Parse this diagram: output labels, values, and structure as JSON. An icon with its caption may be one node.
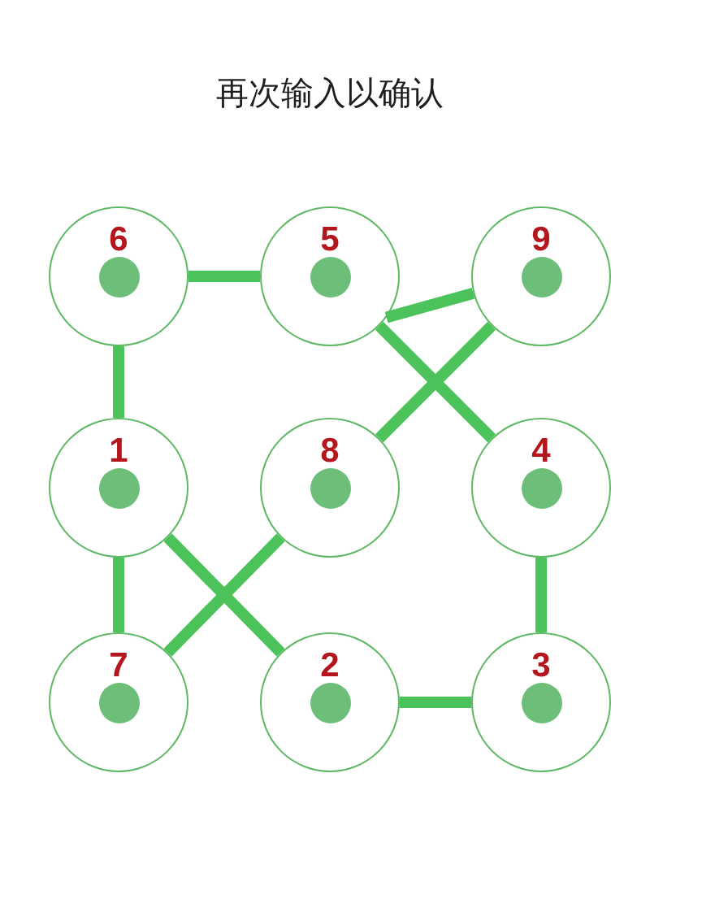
{
  "diagram": {
    "title": "再次输入以确认",
    "nodes": [
      {
        "text": [
          "6"
        ]
      },
      {
        "text": [
          "5"
        ]
      },
      {
        "text": [
          "9"
        ]
      },
      {
        "text": [
          "1"
        ]
      },
      {
        "text": [
          "8"
        ]
      },
      {
        "text": [
          "4"
        ]
      },
      {
        "text": [
          "7"
        ]
      },
      {
        "text": [
          "2"
        ]
      },
      {
        "text": [
          "3"
        ]
      }
    ],
    "edges": [
      {
        "from": 0,
        "to": 1,
        "arrow": "none"
      },
      {
        "from": 0,
        "to": 3,
        "arrow": "none"
      },
      {
        "from": 1,
        "to": 2,
        "arrow": "none"
      },
      {
        "from": 1,
        "to": 5,
        "arrow": "none"
      },
      {
        "from": 2,
        "to": 4,
        "arrow": "none"
      },
      {
        "from": 4,
        "to": 6,
        "arrow": "none"
      },
      {
        "from": 3,
        "to": 6,
        "arrow": "none"
      },
      {
        "from": 3,
        "to": 7,
        "arrow": "none"
      },
      {
        "from": 7,
        "to": 8,
        "arrow": "none"
      },
      {
        "from": 5,
        "to": 8,
        "arrow": "none"
      }
    ]
  }
}
